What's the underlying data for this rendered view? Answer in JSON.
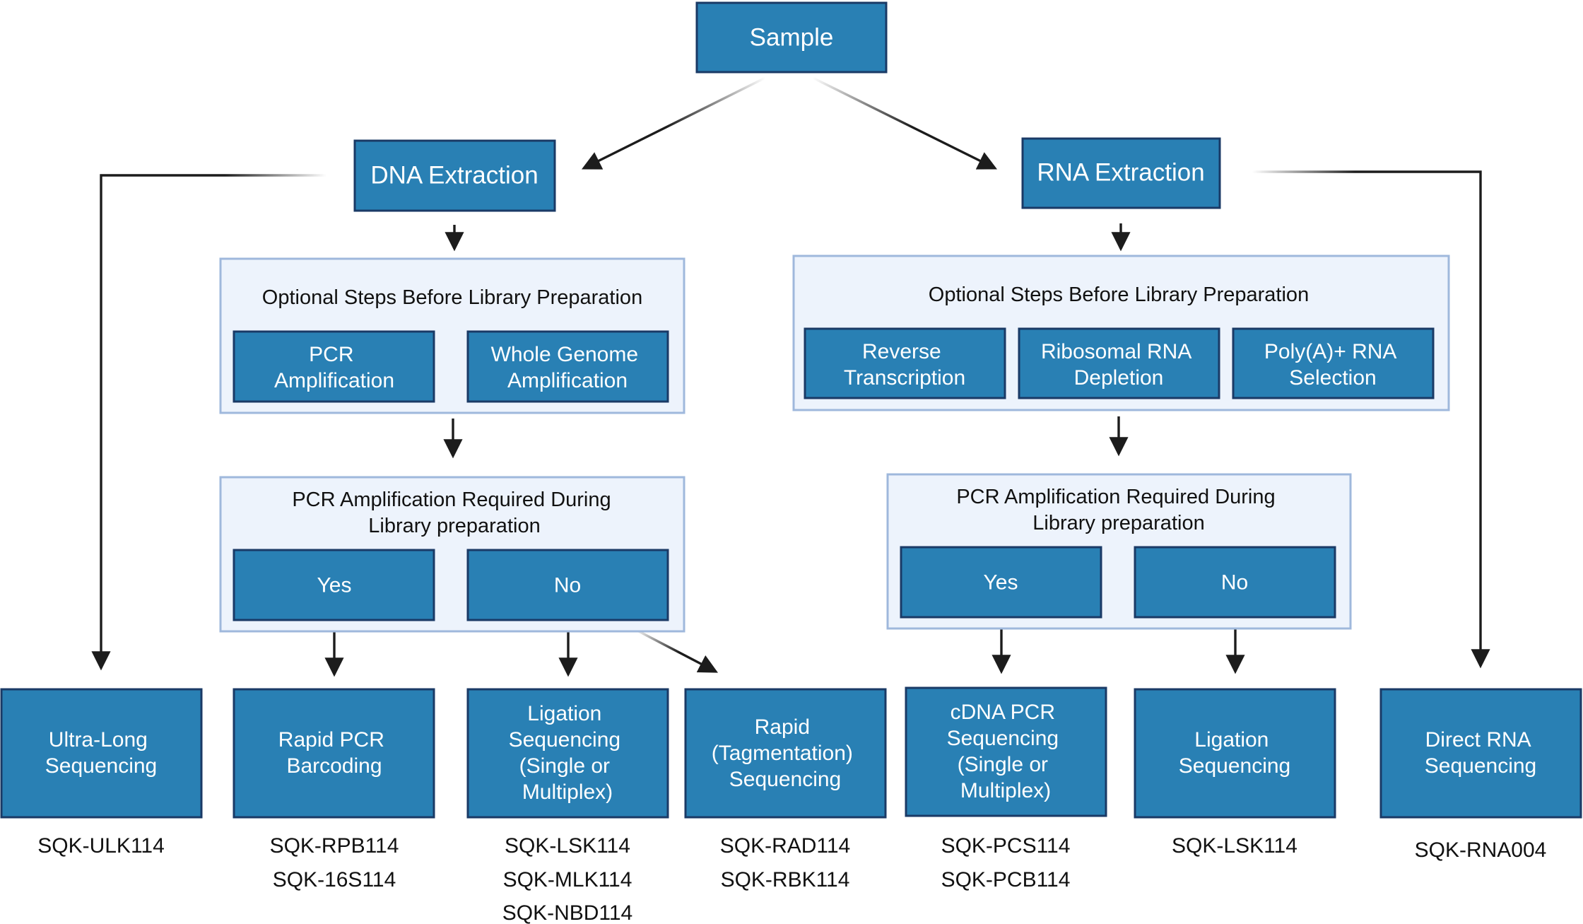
{
  "colors": {
    "node_fill": "#2980b4",
    "node_border": "#1a3a66",
    "panel_fill": "#edf3fc",
    "panel_border": "#9fb8dc",
    "arrow": "#1c1c1c",
    "node_text": "#ffffff",
    "label_text": "#111111"
  },
  "nodes": {
    "sample": "Sample",
    "dna_extraction": "DNA Extraction",
    "rna_extraction": "RNA Extraction"
  },
  "dna": {
    "optional_title": "Optional Steps Before Library Preparation",
    "pcr_amplification": [
      "PCR",
      "Amplification"
    ],
    "whole_genome": [
      "Whole Genome",
      "Amplification"
    ],
    "pcr_required_title": [
      "PCR Amplification Required During",
      "Library preparation"
    ],
    "yes": "Yes",
    "no": "No"
  },
  "rna": {
    "optional_title": "Optional Steps Before Library Preparation",
    "reverse_transcription": [
      "Reverse",
      "Transcription"
    ],
    "ribosomal_depletion": [
      "Ribosomal RNA",
      "Depletion"
    ],
    "polya_selection": [
      "Poly(A)+ RNA",
      "Selection"
    ],
    "pcr_required_title": [
      "PCR Amplification Required During",
      "Library preparation"
    ],
    "yes": "Yes",
    "no": "No"
  },
  "methods": {
    "ultra_long": {
      "label": [
        "Ultra-Long",
        "Sequencing"
      ],
      "kits": [
        "SQK-ULK114"
      ]
    },
    "rapid_pcr": {
      "label": [
        "Rapid PCR",
        "Barcoding"
      ],
      "kits": [
        "SQK-RPB114",
        "SQK-16S114"
      ]
    },
    "ligation_dna": {
      "label": [
        "Ligation",
        "Sequencing",
        "(Single or",
        "Multiplex)"
      ],
      "kits": [
        "SQK-LSK114",
        "SQK-MLK114",
        "SQK-NBD114"
      ]
    },
    "rapid_tagmentation": {
      "label": [
        "Rapid",
        "(Tagmentation)",
        "Sequencing"
      ],
      "kits": [
        "SQK-RAD114",
        "SQK-RBK114"
      ]
    },
    "cdna_pcr": {
      "label": [
        "cDNA PCR",
        "Sequencing",
        "(Single or",
        "Multiplex)"
      ],
      "kits": [
        "SQK-PCS114",
        "SQK-PCB114"
      ]
    },
    "ligation_rna": {
      "label": [
        "Ligation",
        "Sequencing"
      ],
      "kits": [
        "SQK-LSK114"
      ]
    },
    "direct_rna": {
      "label": [
        "Direct RNA",
        "Sequencing"
      ],
      "kits": [
        "SQK-RNA004"
      ]
    }
  }
}
